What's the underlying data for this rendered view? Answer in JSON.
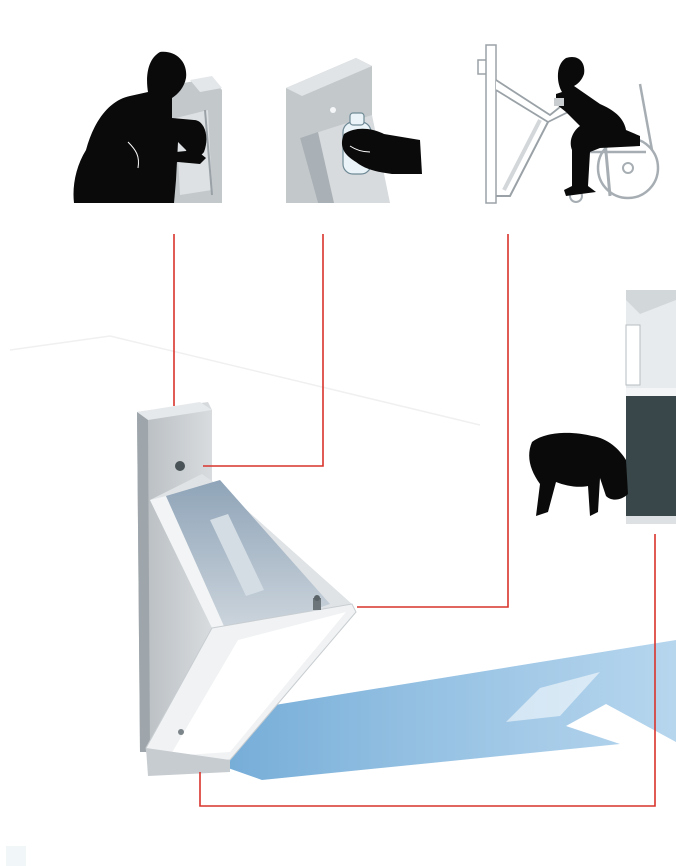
{
  "diagram": {
    "description_labels": [],
    "scenarios": [
      {
        "id": "drinking-adult",
        "icon": "person-drinking-icon"
      },
      {
        "id": "bottle-filling",
        "icon": "bottle-fill-icon"
      },
      {
        "id": "wheelchair-user",
        "icon": "wheelchair-user-icon"
      },
      {
        "id": "dog-bowl",
        "icon": "dog-drinking-icon"
      }
    ],
    "colors": {
      "leader_line": "#d9332b",
      "fountain_body": "#c9cdd0",
      "fountain_face": "#eef0f1",
      "shadow": "#7fb3dc",
      "silhouette": "#0a0a0a",
      "dog_panel": "#39474a"
    }
  }
}
